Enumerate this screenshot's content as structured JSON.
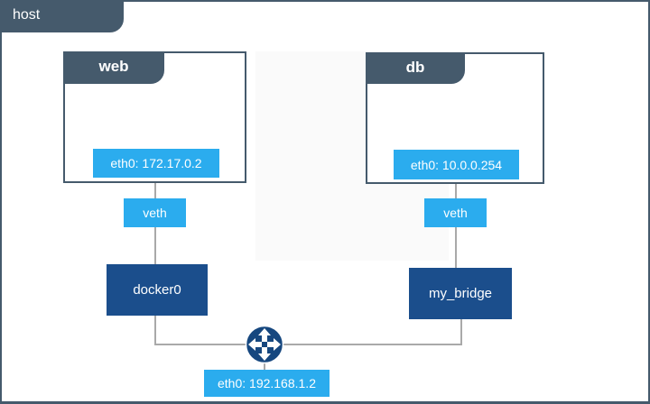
{
  "colors": {
    "slate": "#455A6C",
    "blue": "#2BACEE",
    "navy": "#1B4E8C",
    "navy2": "#16477F",
    "line": "#A9A9A9",
    "panel": "#FAFAFA"
  },
  "diagram": {
    "host": {
      "label": "host",
      "eth_label": "eth0: 192.168.1.2"
    },
    "web_container": {
      "title": "web",
      "eth_label": "eth0: 172.17.0.2",
      "veth_label": "veth",
      "bridge_label": "docker0"
    },
    "db_container": {
      "title": "db",
      "eth_label": "eth0: 10.0.0.254",
      "veth_label": "veth",
      "bridge_label": "my_bridge"
    },
    "icons": {
      "router": "four-way-arrows-icon"
    }
  }
}
